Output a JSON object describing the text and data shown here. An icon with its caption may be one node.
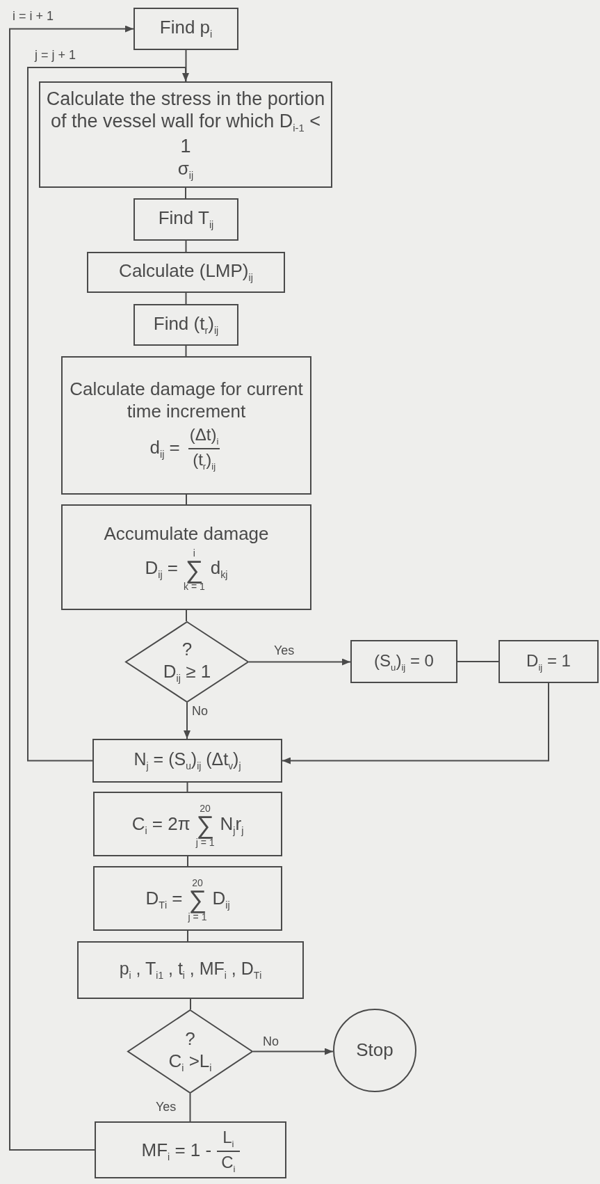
{
  "diagram": {
    "nodes": [
      {
        "text": [
          "Find p$_{i}$"
        ]
      },
      {
        "text": [
          "Calculate the stress in the portion of the vessel wall for which D$_{i-1}$ < 1",
          "σ$_{ij}$"
        ]
      },
      {
        "text": [
          "Find T$_{ij}$"
        ]
      },
      {
        "text": [
          "Calculate (LMP)$_{ij}$"
        ]
      },
      {
        "text": [
          "Find (t$_{r}$)$_{ij}$"
        ]
      },
      {
        "text": [
          "Calculate damage for current time increment",
          "d$_{ij}$ =",
          "(Δt)$_{i}$",
          "(t$_{r}$)$_{ij}$"
        ]
      },
      {
        "text": [
          "Accumulate damage",
          "D$_{ij}$ =",
          "i",
          "∑",
          "k = 1",
          "d$_{kj}$"
        ]
      },
      {
        "text": [
          "?",
          "D$_{ij}$ ≥ 1"
        ]
      },
      {
        "text": [
          "(S$_{u}$)$_{ij}$ = 0"
        ]
      },
      {
        "text": [
          "D$_{ij}$ = 1"
        ]
      },
      {
        "text": [
          "N$_{j}$ = (S$_{u}$)$_{ij}$ (Δt$_{v}$)$_{j}$"
        ]
      },
      {
        "text": [
          "C$_{i}$ = 2π",
          "20",
          "∑",
          "j = 1",
          "N$_{j}$r$_{j}$"
        ]
      },
      {
        "text": [
          "D$_{T}$$_{i}$ =",
          "20",
          "∑",
          "j = 1",
          "D$_{ij}$"
        ]
      },
      {
        "text": [
          "p$_{i}$ , T$_{i1}$ , t$_{i}$ , MF$_{i}$ , D$_{T}$$_{i}$"
        ]
      },
      {
        "text": [
          "?",
          "C$_{i}$ >L$_{i}$"
        ]
      },
      {
        "text": [
          "Stop"
        ]
      },
      {
        "text": [
          "MF$_{i}$ = 1 -",
          "L$_{i}$",
          "C$_{i}$"
        ]
      }
    ],
    "edges": [
      {
        "from": 0,
        "to": 1,
        "arrow": "none"
      },
      {
        "from": 1,
        "to": 2,
        "arrow": "none"
      },
      {
        "from": 2,
        "to": 3,
        "arrow": "none"
      },
      {
        "from": 3,
        "to": 4,
        "arrow": "none"
      },
      {
        "from": 4,
        "to": 5,
        "arrow": "none"
      },
      {
        "from": 5,
        "to": 6,
        "arrow": "none"
      },
      {
        "from": 6,
        "to": 7,
        "arrow": "none"
      },
      {
        "from": 7,
        "to": 8,
        "arrow": "to",
        "label": "Yes"
      },
      {
        "from": 8,
        "to": 9,
        "arrow": "none"
      },
      {
        "from": 9,
        "to": 10,
        "arrow": "to"
      },
      {
        "from": 7,
        "to": 10,
        "arrow": "to",
        "label": "No"
      },
      {
        "from": 10,
        "to": 11,
        "arrow": "none"
      },
      {
        "from": 11,
        "to": 12,
        "arrow": "none"
      },
      {
        "from": 12,
        "to": 13,
        "arrow": "none"
      },
      {
        "from": 13,
        "to": 14,
        "arrow": "none"
      },
      {
        "from": 14,
        "to": 15,
        "arrow": "to",
        "label": "No"
      },
      {
        "from": 14,
        "to": 16,
        "arrow": "none",
        "label": "Yes"
      },
      {
        "from": 16,
        "to": 0,
        "arrow": "to",
        "label": "i = i + 1"
      },
      {
        "from": 10,
        "to": 1,
        "arrow": "to",
        "label": "j = j + 1"
      }
    ]
  }
}
